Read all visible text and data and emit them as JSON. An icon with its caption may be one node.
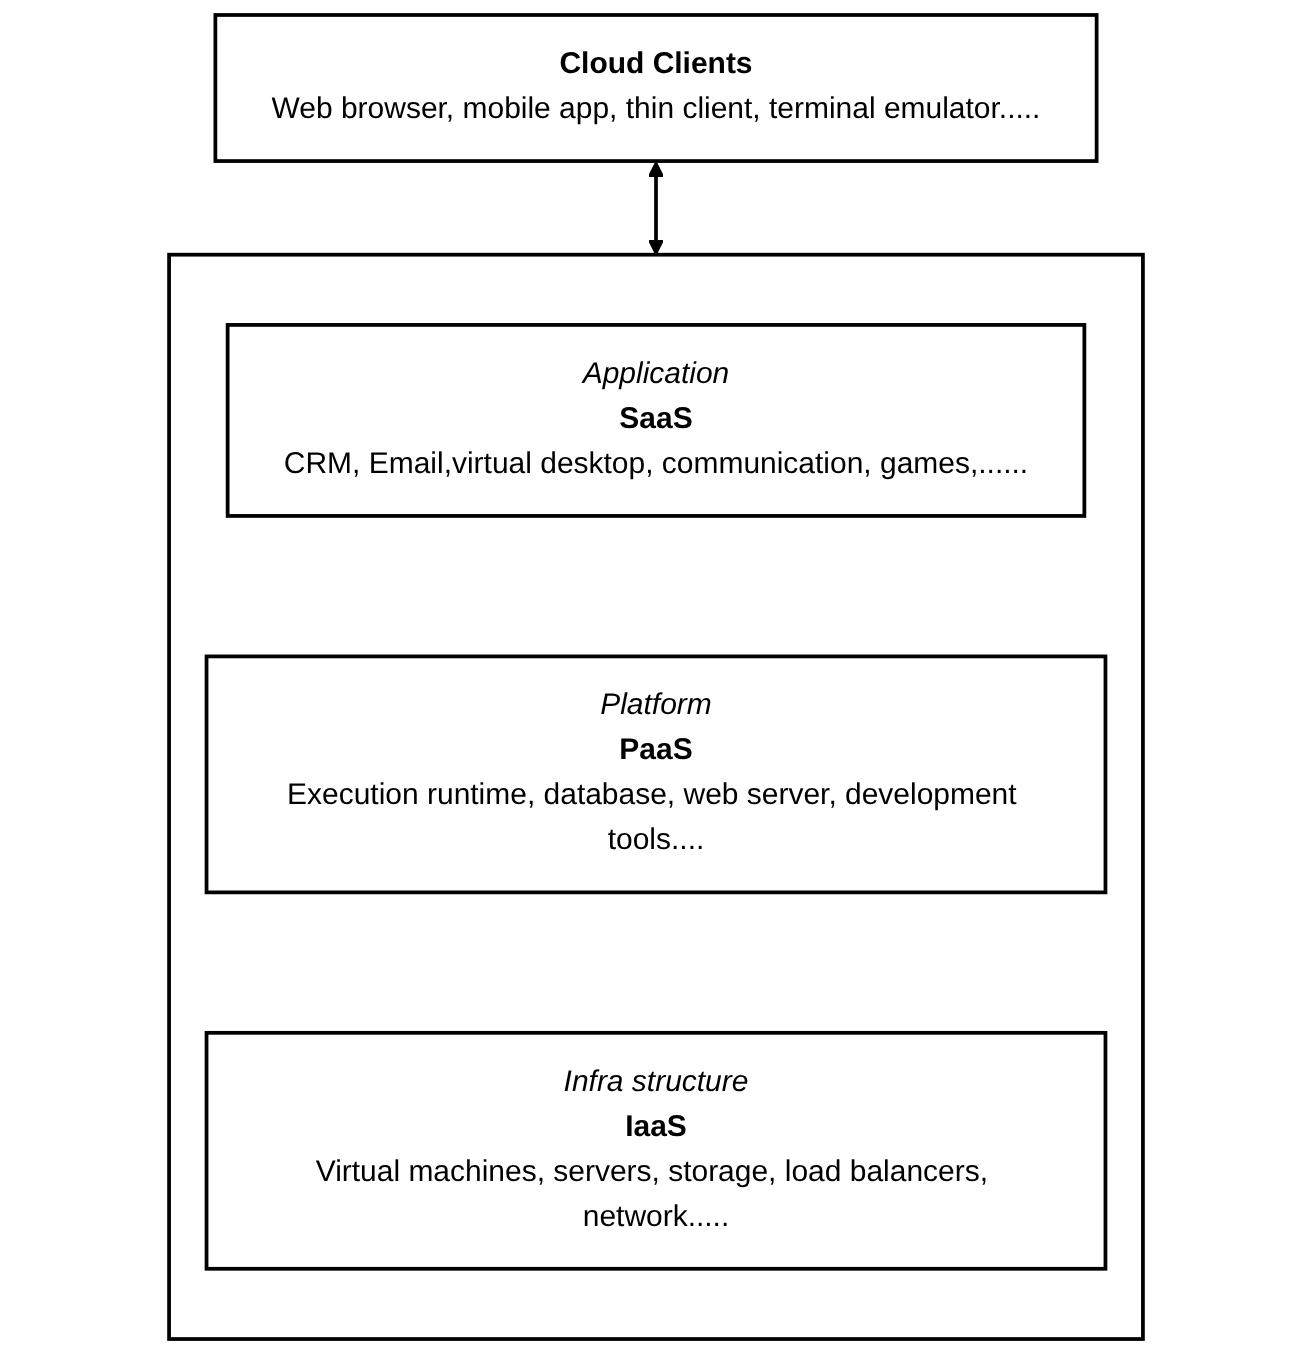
{
  "diagram": {
    "nodes": [
      {
        "text": [
          "Cloud Clients",
          "Web browser, mobile app, thin client, terminal emulator....."
        ]
      },
      {
        "text": [],
        "shape": "box"
      },
      {
        "text": [
          "Application",
          "SaaS",
          "CRM, Email,virtual desktop, communication, games,......"
        ],
        "in": 1
      },
      {
        "text": [
          "Platform",
          "PaaS",
          "Execution runtime, database, web server, development tools...."
        ],
        "in": 1
      },
      {
        "text": [
          "Infra structure",
          "IaaS",
          "Virtual machines, servers, storage, load balancers, network....."
        ],
        "in": 1
      }
    ],
    "edges": [
      {
        "from": 0,
        "to": 1,
        "arrow": "both"
      }
    ]
  }
}
